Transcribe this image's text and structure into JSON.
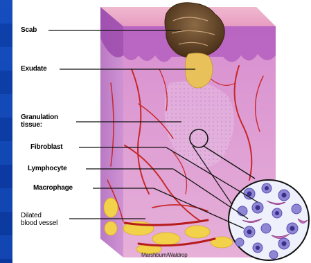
{
  "figure": {
    "labels": {
      "scab": "Scab",
      "exudate": "Exudate",
      "granulation_tissue": "Granulation\ntissue:",
      "fibroblast": "Fibroblast",
      "lymphocyte": "Lymphocyte",
      "macrophage": "Macrophage",
      "dilated_blood_vessel": "Dilated\nblood vessel"
    },
    "credit": "Marshburn/Waldrop"
  },
  "colors": {
    "slide_background": "#0d3fa8",
    "skin_pink": "#e9a3c8",
    "dermis_violet": "#cf8fd0",
    "scab_brown": "#6b4a2b",
    "exudate_yellow": "#e9c15a",
    "vessel_red": "#c62828",
    "fat_yellow": "#f2d24a"
  }
}
